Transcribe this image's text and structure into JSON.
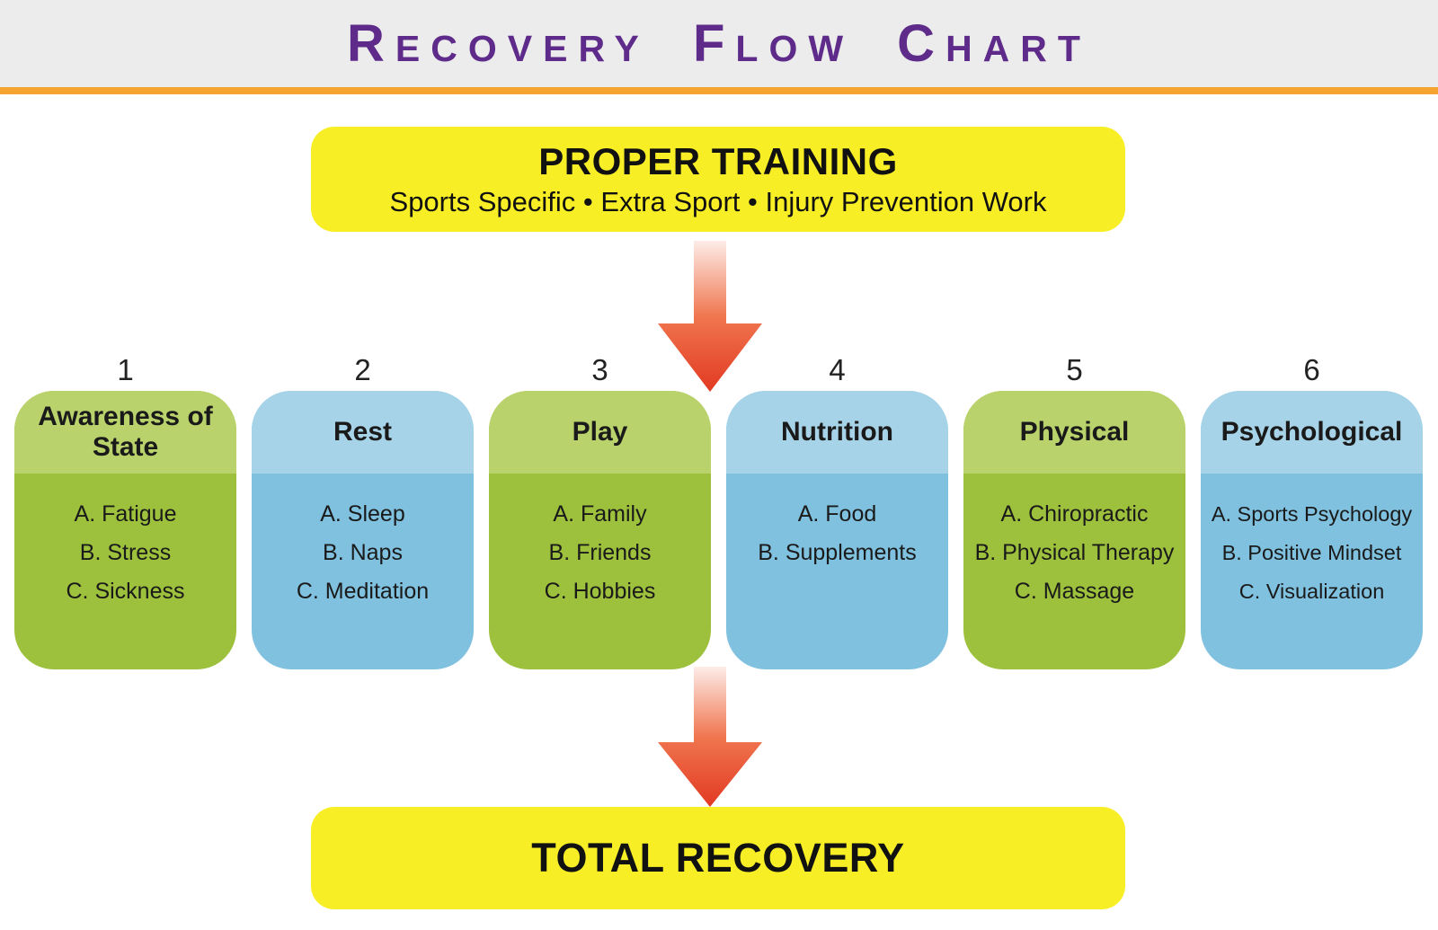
{
  "header": {
    "title": "Recovery Flow Chart"
  },
  "top_box": {
    "title": "PROPER TRAINING",
    "subtitle": "Sports Specific  •  Extra Sport  •  Injury Prevention Work"
  },
  "columns": [
    {
      "number": "1",
      "title": "Awareness of State",
      "color": "green",
      "items": [
        "A. Fatigue",
        "B. Stress",
        "C. Sickness"
      ]
    },
    {
      "number": "2",
      "title": "Rest",
      "color": "blue",
      "items": [
        "A. Sleep",
        "B. Naps",
        "C. Meditation"
      ]
    },
    {
      "number": "3",
      "title": "Play",
      "color": "green",
      "items": [
        "A. Family",
        "B. Friends",
        "C. Hobbies"
      ]
    },
    {
      "number": "4",
      "title": "Nutrition",
      "color": "blue",
      "items": [
        "A. Food",
        "B. Supplements"
      ]
    },
    {
      "number": "5",
      "title": "Physical",
      "color": "green",
      "items": [
        "A. Chiropractic",
        "B. Physical Therapy",
        "C. Massage"
      ]
    },
    {
      "number": "6",
      "title": "Psychological",
      "color": "blue",
      "items": [
        "A. Sports Psychology",
        "B. Positive Mindset",
        "C. Visualization"
      ]
    }
  ],
  "bottom_box": {
    "title": "TOTAL RECOVERY"
  },
  "colors": {
    "title_purple": "#5e2b8a",
    "divider_orange": "#f5a52f",
    "box_yellow": "#f8ee26",
    "card_green": "#9dc13c",
    "card_green_header": "#b9d26b",
    "card_blue": "#7fc1df",
    "card_blue_header": "#a6d3e7",
    "arrow_red": "#e23a22",
    "header_gray": "#ececec"
  },
  "icons": {
    "arrow": "down-arrow-icon"
  }
}
